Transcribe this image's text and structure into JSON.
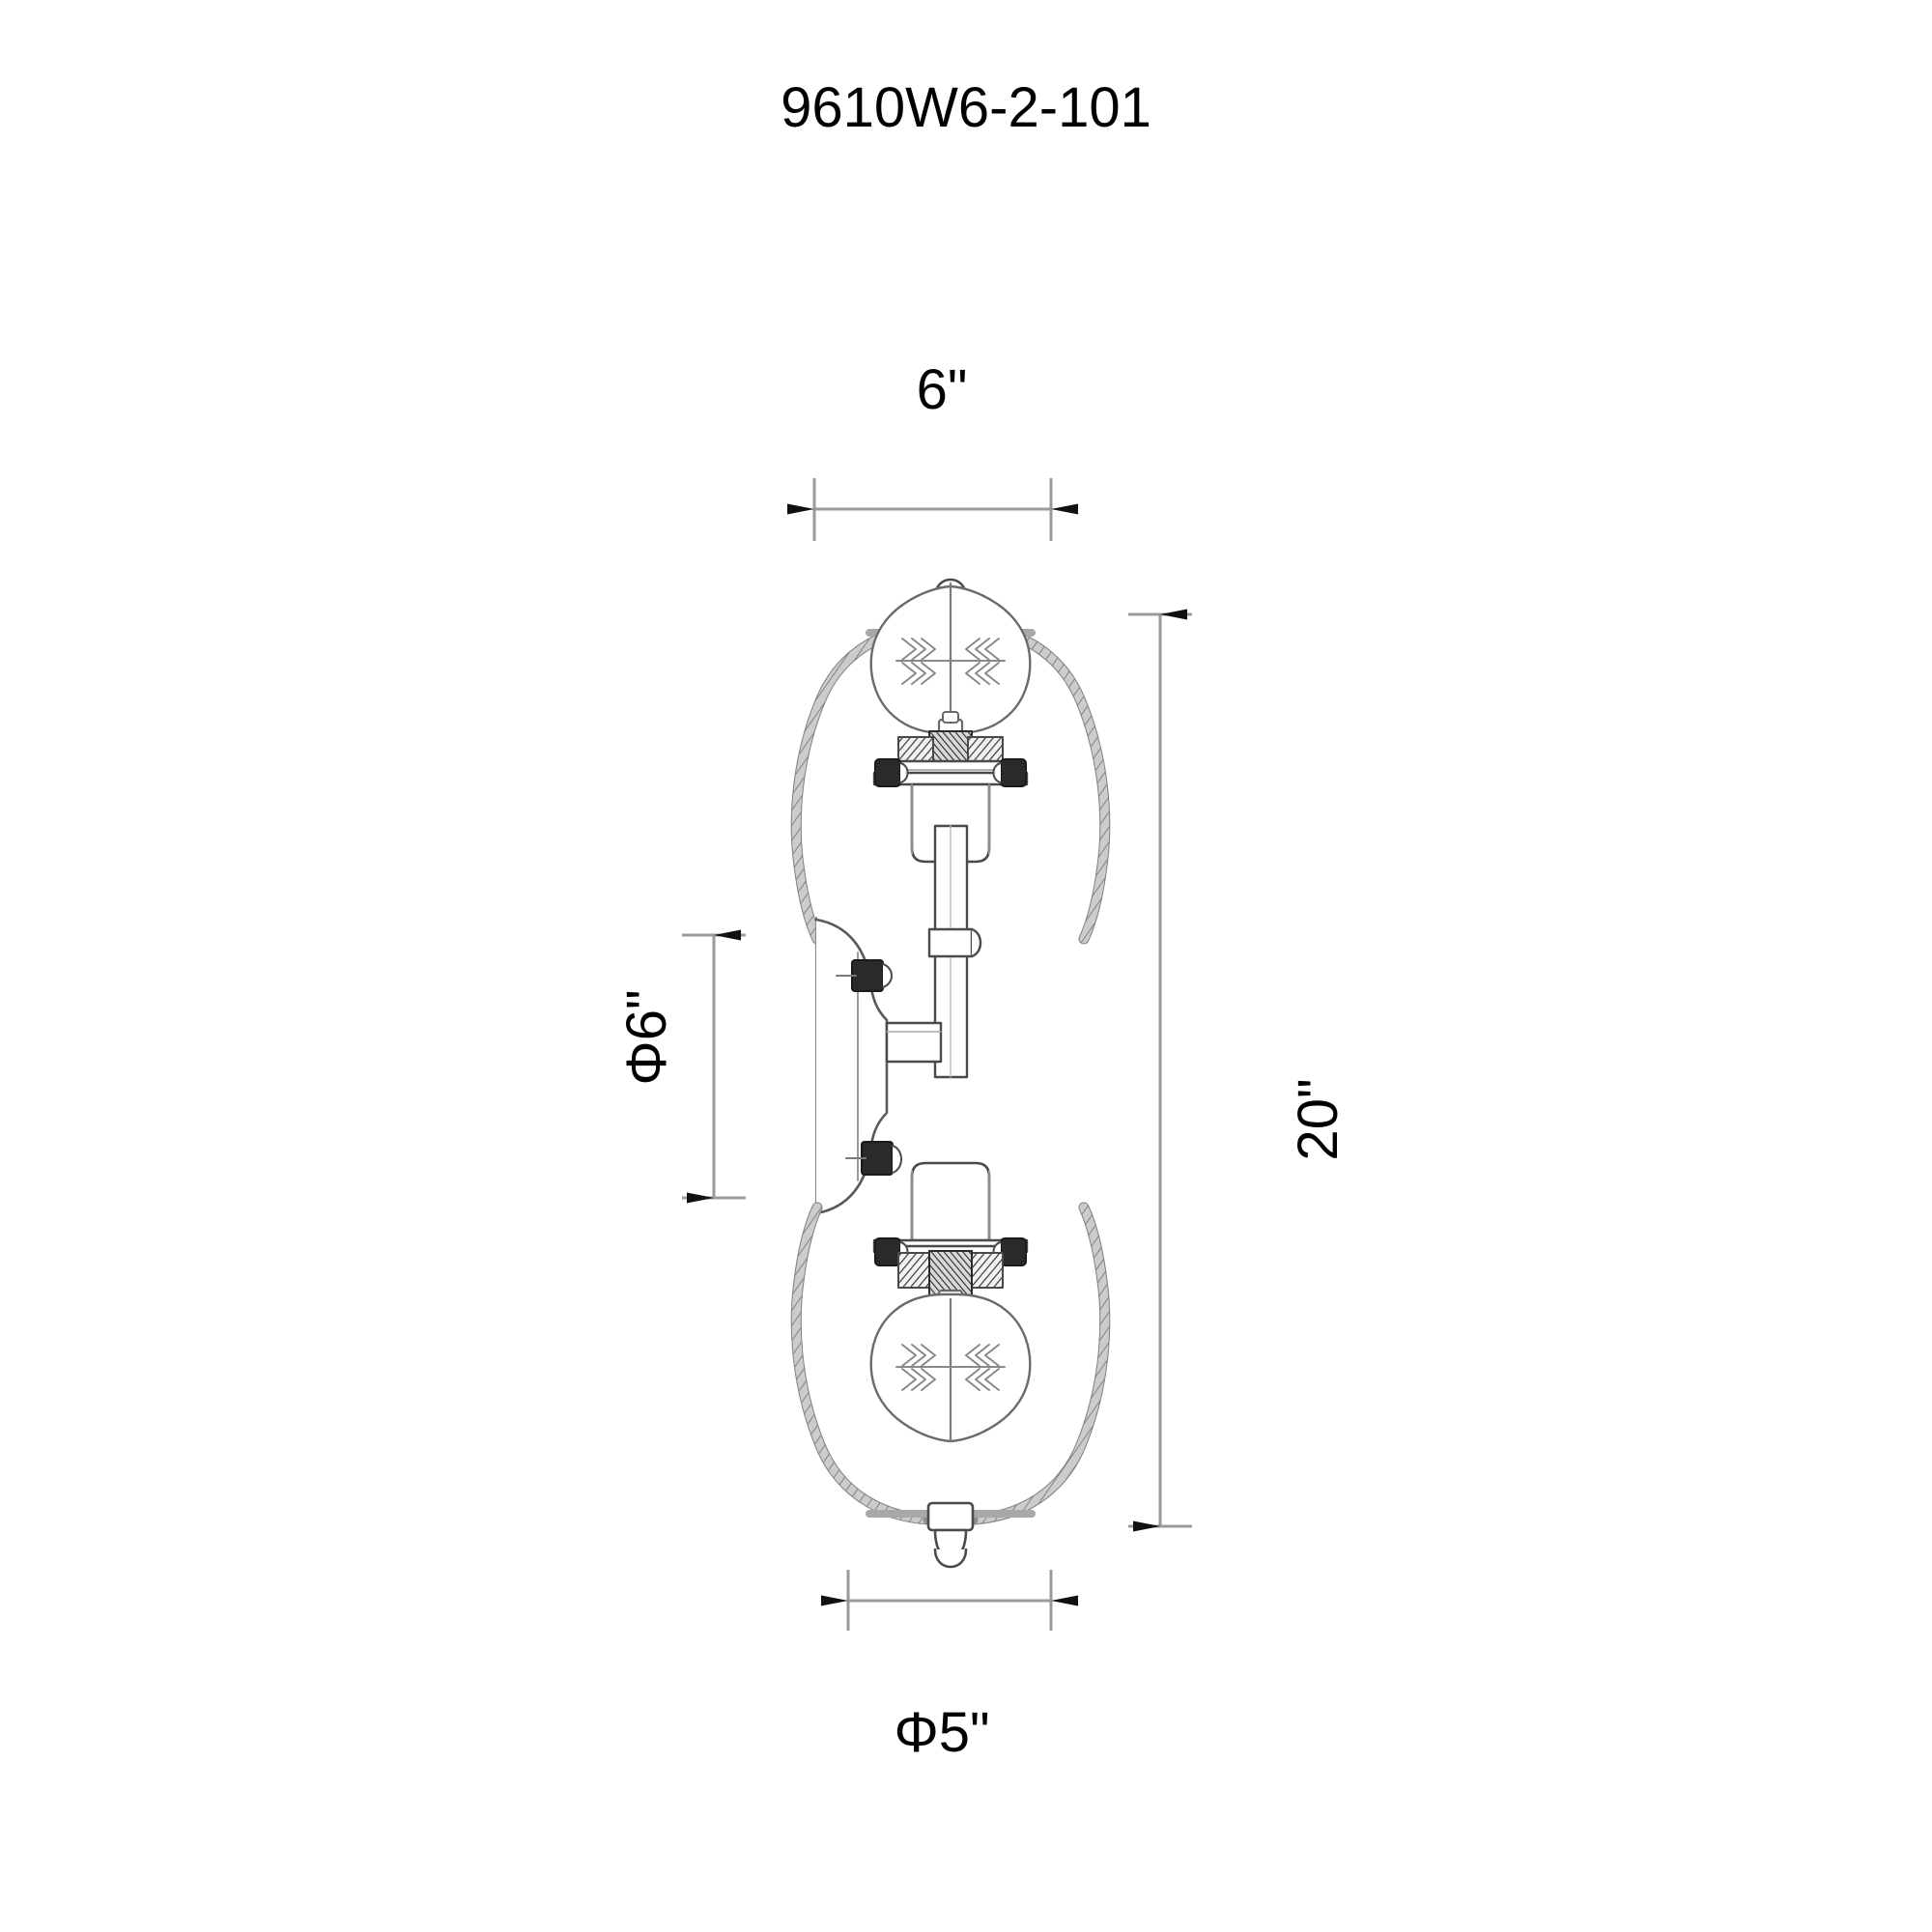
{
  "document": {
    "type": "technical-dimension-drawing",
    "product": "two-light wall sconce with caged Edison bulbs",
    "background_color": "#ffffff",
    "line_color": "#5a5a5a",
    "dimension_line_color": "#9a9a9a",
    "text_color": "#000000"
  },
  "title": {
    "text": "9610W6-2-101"
  },
  "dimensions": {
    "top": {
      "label": "6\"",
      "name": "width",
      "value": 6,
      "unit": "in",
      "orientation": "horizontal",
      "position": "top"
    },
    "right": {
      "label": "20\"",
      "name": "height",
      "value": 20,
      "unit": "in",
      "orientation": "vertical",
      "position": "right"
    },
    "left": {
      "label": "Φ6\"",
      "name": "backplate-diameter",
      "value": 6,
      "unit": "in",
      "orientation": "vertical",
      "position": "left"
    },
    "bottom": {
      "label": "Φ5\"",
      "name": "shade-diameter",
      "value": 5,
      "unit": "in",
      "orientation": "horizontal",
      "position": "bottom"
    }
  },
  "parts": [
    {
      "name": "upper-bulb-cage",
      "label": "upper cage"
    },
    {
      "name": "upper-bulb",
      "label": "upper Edison bulb"
    },
    {
      "name": "upper-socket",
      "label": "upper socket"
    },
    {
      "name": "wall-backplate",
      "label": "wall backplate"
    },
    {
      "name": "center-stem",
      "label": "center stem"
    },
    {
      "name": "lower-socket",
      "label": "lower socket"
    },
    {
      "name": "lower-bulb",
      "label": "lower Edison bulb"
    },
    {
      "name": "lower-bulb-cage",
      "label": "lower cage"
    }
  ]
}
